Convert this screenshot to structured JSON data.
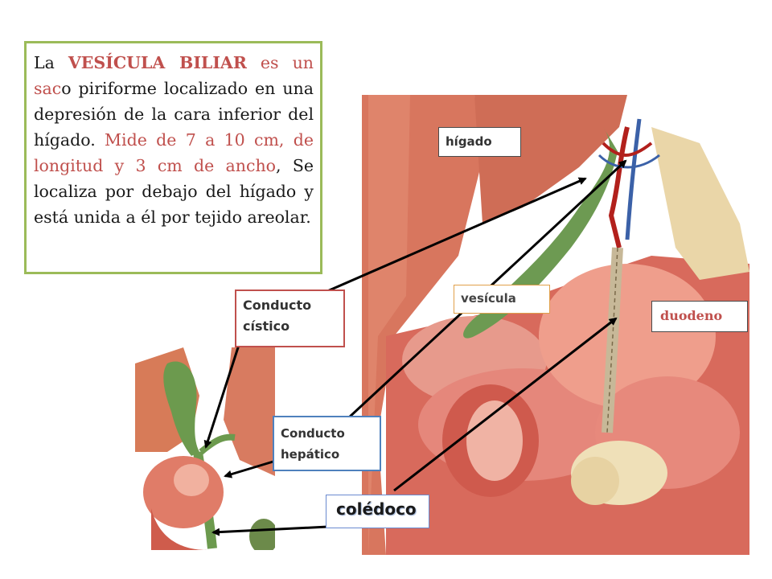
{
  "intro": {
    "seg1": "La ",
    "seg2": "VESÍCULA BILIAR",
    "seg3": " es un ",
    "seg4": "sac",
    "seg5": "o piriforme localizado en una depresión de la cara inferior del hígado. ",
    "seg6": "Mide de 7 a 10 cm, de longitud y 3 cm de ancho",
    "seg7": ", Se localiza por debajo del hígado y está unida a él por tejido areolar."
  },
  "labels": {
    "higado": "hígado",
    "vesicula": "vesícula",
    "duodeno": "duodeno",
    "conducto_cistico_1": "Conducto",
    "conducto_cistico_2": "cístico",
    "conducto_hepatico_1": "Conducto",
    "conducto_hepatico_2": "hepático",
    "coledoco": "colédoco"
  },
  "colors": {
    "frame_green": "#9bbb59",
    "accent_red": "#c0504d",
    "frame_blue": "#4f81bd",
    "arrow": "#000000"
  }
}
